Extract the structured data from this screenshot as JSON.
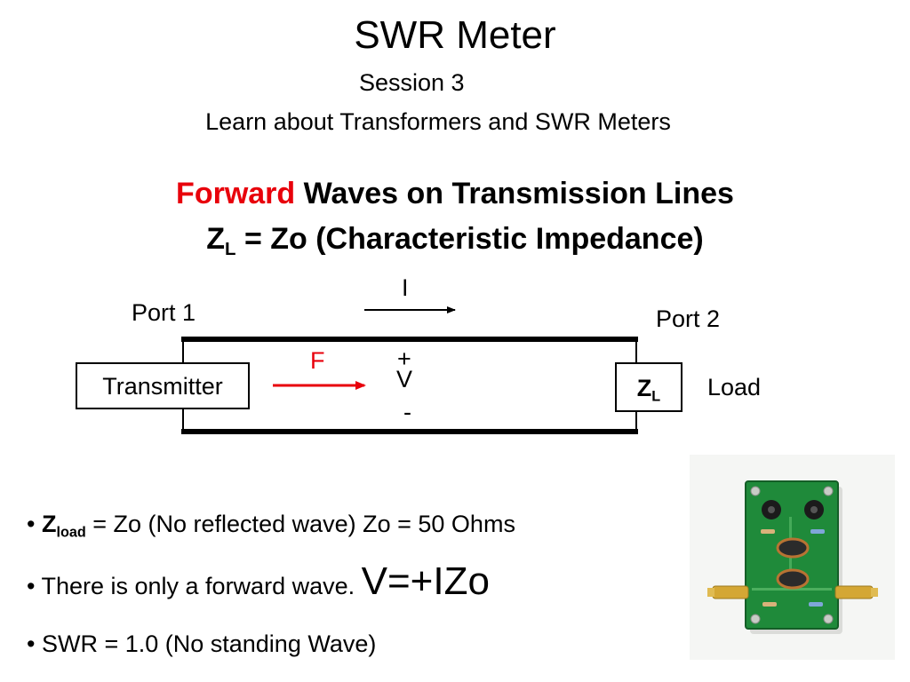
{
  "title": "SWR Meter",
  "session": "Session 3",
  "subtitle": "Learn about Transformers and SWR Meters",
  "heading1": {
    "red": "Forward",
    "rest": " Waves on Transmission Lines"
  },
  "heading2": {
    "z": "Z",
    "sub": "L",
    "rest": " = Zo (Characteristic Impedance)"
  },
  "diagram": {
    "port1": "Port 1",
    "port2": "Port 2",
    "current": "I",
    "forward": "F",
    "plus": "+",
    "voltage": "V",
    "minus": "-",
    "transmitter": "Transmitter",
    "zl_z": "Z",
    "zl_sub": "L",
    "load": "Load"
  },
  "bullets": {
    "b1": {
      "dot": "• ",
      "z": "Z",
      "sub": "load",
      "text": " = Zo  (No reflected wave)  Zo = 50 Ohms"
    },
    "b2": {
      "text": "• There is only a forward wave. ",
      "eq": "V=+IZo"
    },
    "b3": {
      "text": "• SWR = 1.0   (No standing Wave)"
    }
  },
  "colors": {
    "accent_red": "#e8000b",
    "pcb_green": "#1f8a3a",
    "text": "#000000"
  },
  "photo": {
    "icon": "swr-meter-pcb-photo"
  }
}
